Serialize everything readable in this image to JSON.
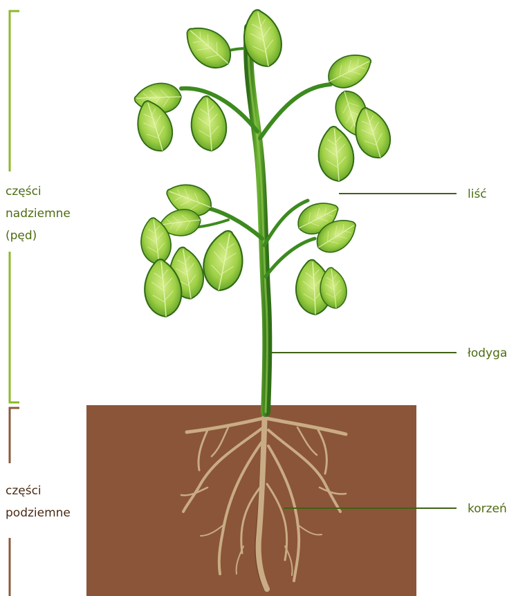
{
  "groups": {
    "above": {
      "line1": "części",
      "line2": "nadziemne",
      "line3": "(pęd)"
    },
    "below": {
      "line1": "części",
      "line2": "podziemne"
    }
  },
  "labels": {
    "leaf": "liść",
    "stem": "łodyga",
    "root": "korzeń"
  },
  "colors": {
    "bracket_green": "#8db828",
    "bracket_brown": "#8b5a3c",
    "soil": "#8b5539",
    "leaf_light": "#a6d44c",
    "leaf_dark": "#3f7d17",
    "stem": "#3d8a1f",
    "root": "#c9ac85",
    "label_line": "#3f6212",
    "label_text": "#4d6b12"
  }
}
